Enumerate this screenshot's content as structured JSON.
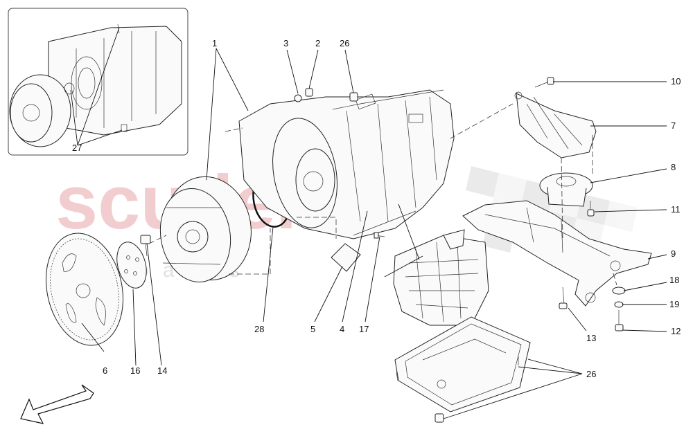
{
  "watermark": {
    "brand": "scuderia",
    "sub": "c  a  r     p  a  r  t  s",
    "color": "#e8a6a8"
  },
  "callouts": [
    {
      "id": "c1",
      "label": "1"
    },
    {
      "id": "c2",
      "label": "2"
    },
    {
      "id": "c3",
      "label": "3"
    },
    {
      "id": "c4",
      "label": "4"
    },
    {
      "id": "c5",
      "label": "5"
    },
    {
      "id": "c6",
      "label": "6"
    },
    {
      "id": "c7",
      "label": "7"
    },
    {
      "id": "c8",
      "label": "8"
    },
    {
      "id": "c9",
      "label": "9"
    },
    {
      "id": "c10",
      "label": "10"
    },
    {
      "id": "c11",
      "label": "11"
    },
    {
      "id": "c12",
      "label": "12"
    },
    {
      "id": "c13",
      "label": "13"
    },
    {
      "id": "c14",
      "label": "14"
    },
    {
      "id": "c16",
      "label": "16"
    },
    {
      "id": "c17",
      "label": "17"
    },
    {
      "id": "c18",
      "label": "18"
    },
    {
      "id": "c19",
      "label": "19"
    },
    {
      "id": "c26a",
      "label": "26"
    },
    {
      "id": "c26b",
      "label": "26"
    },
    {
      "id": "c27",
      "label": "27"
    },
    {
      "id": "c28",
      "label": "28"
    }
  ]
}
